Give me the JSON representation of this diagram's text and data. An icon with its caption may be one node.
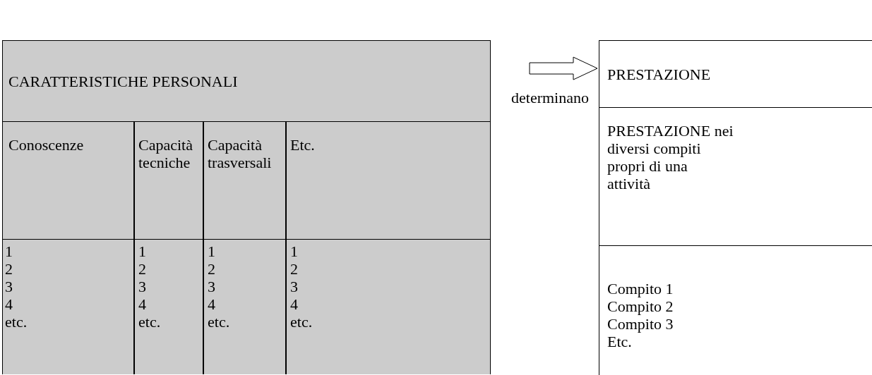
{
  "diagram": {
    "nodes": [
      {
        "text": [
          "CARATTERISTICHE PERSONALI"
        ]
      },
      {
        "text": [
          "Conoscenze"
        ]
      },
      {
        "text": [
          "Capacità tecniche"
        ]
      },
      {
        "text": [
          "Capacità trasversali"
        ]
      },
      {
        "text": [
          "Etc."
        ]
      },
      {
        "text": [
          "1",
          "2",
          "3",
          "4",
          "etc."
        ]
      },
      {
        "text": [
          "1",
          "2",
          "3",
          "4",
          "etc."
        ]
      },
      {
        "text": [
          "1",
          "2",
          "3",
          "4",
          "etc."
        ]
      },
      {
        "text": [
          "1",
          "2",
          "3",
          "4",
          "etc."
        ]
      },
      {
        "text": [
          "PRESTAZIONE"
        ]
      },
      {
        "text": [
          "PRESTAZIONE nei diversi compiti propri di una attività"
        ]
      },
      {
        "text": [
          "Compito 1",
          "Compito 2",
          "Compito 3",
          "Etc."
        ]
      }
    ],
    "edges": [
      {
        "from": 0,
        "to": 9,
        "arrow": "to",
        "label": "determinano"
      }
    ]
  }
}
